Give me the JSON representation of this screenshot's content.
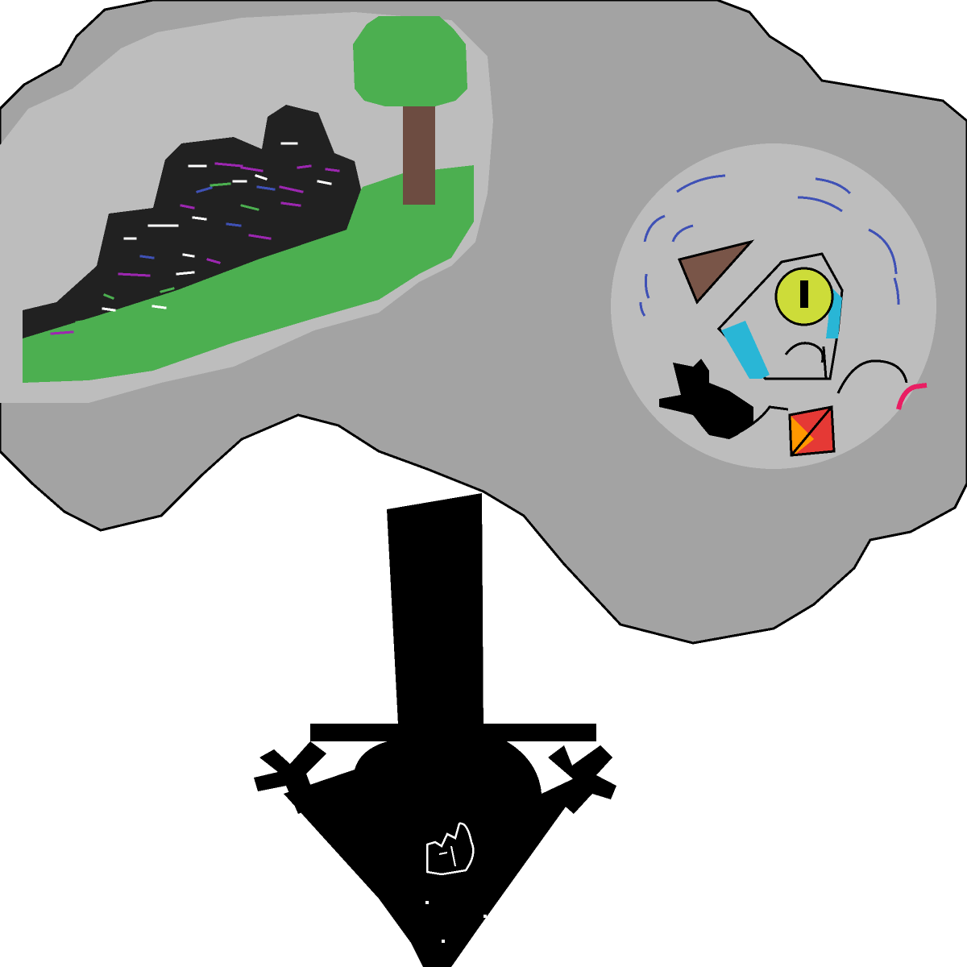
{
  "scene": {
    "background_color": "#ffffff",
    "elements": [
      "thought-cloud",
      "mountain-landscape-bubble",
      "triangle-creature-bubble",
      "top-hat-triangle-silhouette"
    ]
  },
  "colors": {
    "cloud": "#a3a3a3",
    "bubble": "#bdbdbd",
    "outline": "#000000",
    "grass": "#4caf50",
    "tree_trunk": "#6d4c41",
    "mountain": "#212121",
    "sparkle_white": "#ffffff",
    "sparkle_purple": "#9c27b0",
    "sparkle_blue": "#3f51b5",
    "sparkle_green": "#4caf50",
    "eye": "#cddc39",
    "cyan": "#29b6d6",
    "brown_triangle": "#795548",
    "red": "#e53935",
    "orange": "#ff9800",
    "pink": "#e91e63",
    "blue_lines": "#3f51b5",
    "silhouette": "#000000"
  },
  "icons": [
    "cloud-shape",
    "tree-icon",
    "eye-icon",
    "top-hat-icon",
    "crown-icon"
  ]
}
